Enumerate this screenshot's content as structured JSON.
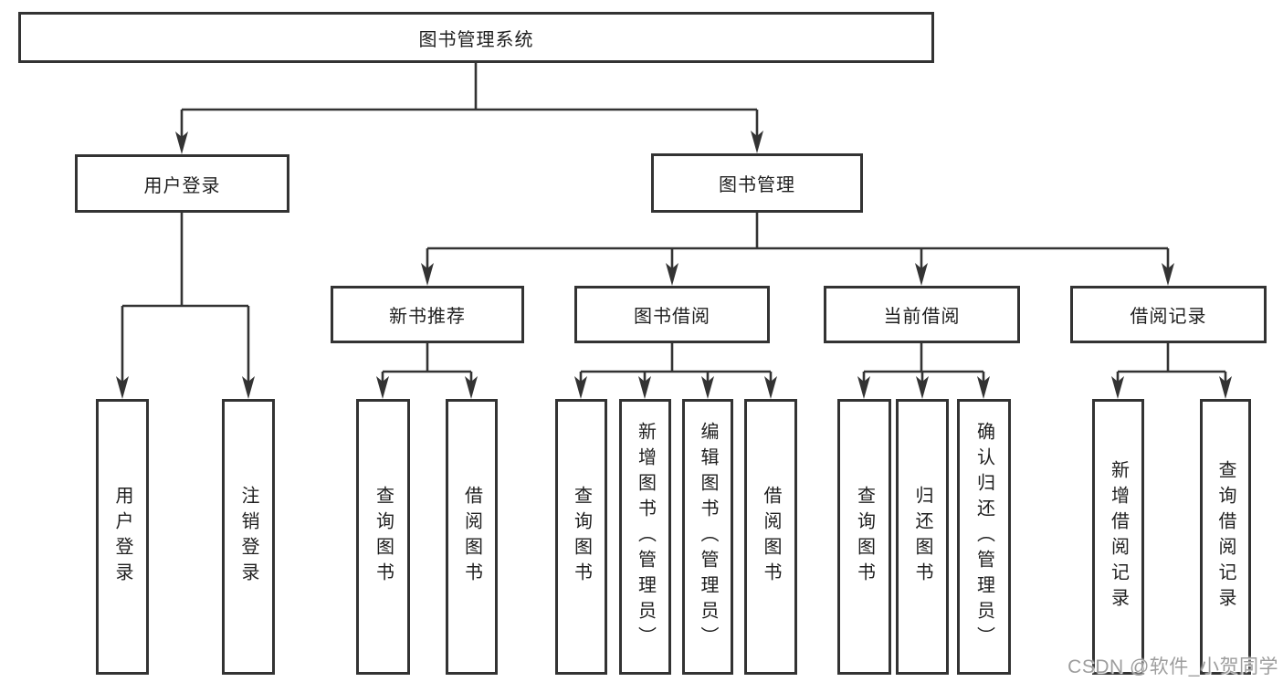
{
  "diagram_type": "hierarchy-chart",
  "colors": {
    "line": "#333333",
    "box_background": "#ffffff",
    "text": "#1f1f1f",
    "watermark_text": "#9d9d9d"
  },
  "nodes": {
    "root": "图书管理系统",
    "l1_user_login": "用户登录",
    "l1_book_mgmt": "图书管理",
    "l2_new_book": "新书推荐",
    "l2_book_borrow": "图书借阅",
    "l2_current_borrow": "当前借阅",
    "l2_borrow_record": "借阅记录",
    "leaf_user_login": "用户登录",
    "leaf_logout": "注销登录",
    "leaf_nb_query": "查询图书",
    "leaf_nb_borrow": "借阅图书",
    "leaf_bb_query": "查询图书",
    "leaf_bb_add": "新增图书（管理员）",
    "leaf_bb_edit": "编辑图书（管理员）",
    "leaf_bb_borrow": "借阅图书",
    "leaf_cb_query": "查询图书",
    "leaf_cb_return": "归还图书",
    "leaf_cb_confirm": "确认归还（管理员）",
    "leaf_br_add": "新增借阅记录",
    "leaf_br_query": "查询借阅记录"
  },
  "watermark": "CSDN @软件_小贺同学"
}
